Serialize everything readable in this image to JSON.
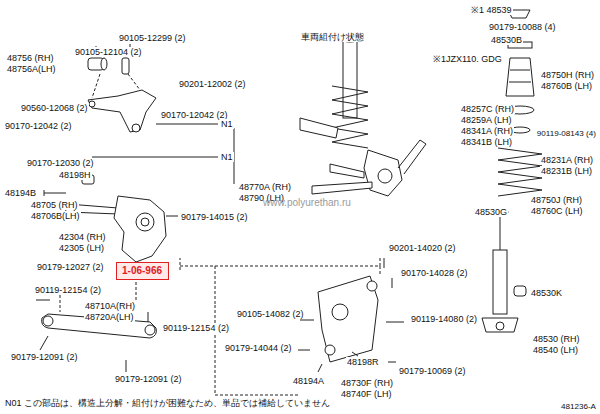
{
  "diagram": {
    "nodes": [
      {
        "text": [
          "1-06-966"
        ]
      }
    ],
    "labels": [
      "90105-12299 (2)",
      "48756 (RH)",
      "48756A(LH)",
      "90105-12104 (2)",
      "90201-12002 (2)",
      "90560-12068 (2)",
      "90170-12042 (2)",
      "N1",
      "90170-12042 (2)",
      "90170-12030 (2)",
      "N1",
      "48198H",
      "48194B",
      "48770A (RH)",
      "48790 (LH)",
      "48705 (RH)",
      "48706B(LH)",
      "90179-14015 (2)",
      "42304 (RH)",
      "42305 (LH)",
      "90179-12027 (2)",
      "90119-12154 (2)",
      "48710A(RH)",
      "48720A(LH)",
      "90119-12154 (2)",
      "90179-12091 (2)",
      "90179-12091 (2)",
      "www.polyurethan.ru",
      "車両組付け状態",
      "※1JZX110. GDG",
      "※1 48539",
      "90179-10088 (4)",
      "48530B",
      "48750H (RH)",
      "48760B (LH)",
      "48257C (RH)",
      "48259A (LH)",
      "48341A (RH)",
      "48341B (LH)",
      "90119-08143 (4)",
      "48231A (RH)",
      "48231B (LH)",
      "48530G",
      "48750J (RH)",
      "48760C (LH)",
      "48530K",
      "48530 (RH)",
      "48540 (LH)",
      "90201-14020 (2)",
      "90170-14028 (2)",
      "90105-14082 (2)",
      "90119-14080 (2)",
      "90179-14044 (2)",
      "90179-10069 (2)",
      "48198R",
      "48194A",
      "48730F (RH)",
      "48740F (LH)",
      "N01 この部品は、構造上分解・組付けが困難なため、単品では補給していません",
      "481236-A"
    ]
  }
}
